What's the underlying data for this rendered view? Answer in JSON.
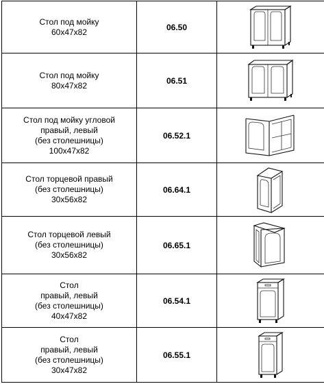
{
  "rows": [
    {
      "name_lines": [
        "Стол под мойку",
        "60х47х82"
      ],
      "code": "06.50",
      "drawing": "sink-base-two-door-icon"
    },
    {
      "name_lines": [
        "Стол под мойку",
        "80х47х82"
      ],
      "code": "06.51",
      "drawing": "sink-base-two-door-wide-icon"
    },
    {
      "name_lines": [
        "Стол под мойку угловой",
        "правый, левый",
        "(без столешницы)",
        "100х47х82"
      ],
      "code": "06.52.1",
      "drawing": "corner-sink-base-icon"
    },
    {
      "name_lines": [
        "Стол торцевой правый",
        "(без столешницы)",
        "30х56х82"
      ],
      "code": "06.64.1",
      "drawing": "end-base-right-icon"
    },
    {
      "name_lines": [
        "Стол торцевой левый",
        "(без столешницы)",
        "30х56х82"
      ],
      "code": "06.65.1",
      "drawing": "end-base-left-icon"
    },
    {
      "name_lines": [
        "Стол",
        "правый, левый",
        "(без столешницы)",
        "40х47х82"
      ],
      "code": "06.54.1",
      "drawing": "base-single-door-icon"
    },
    {
      "name_lines": [
        "Стол",
        "правый, левый",
        "(без столешницы)",
        "30х47х82"
      ],
      "code": "06.55.1",
      "drawing": "base-single-door-narrow-icon"
    }
  ]
}
